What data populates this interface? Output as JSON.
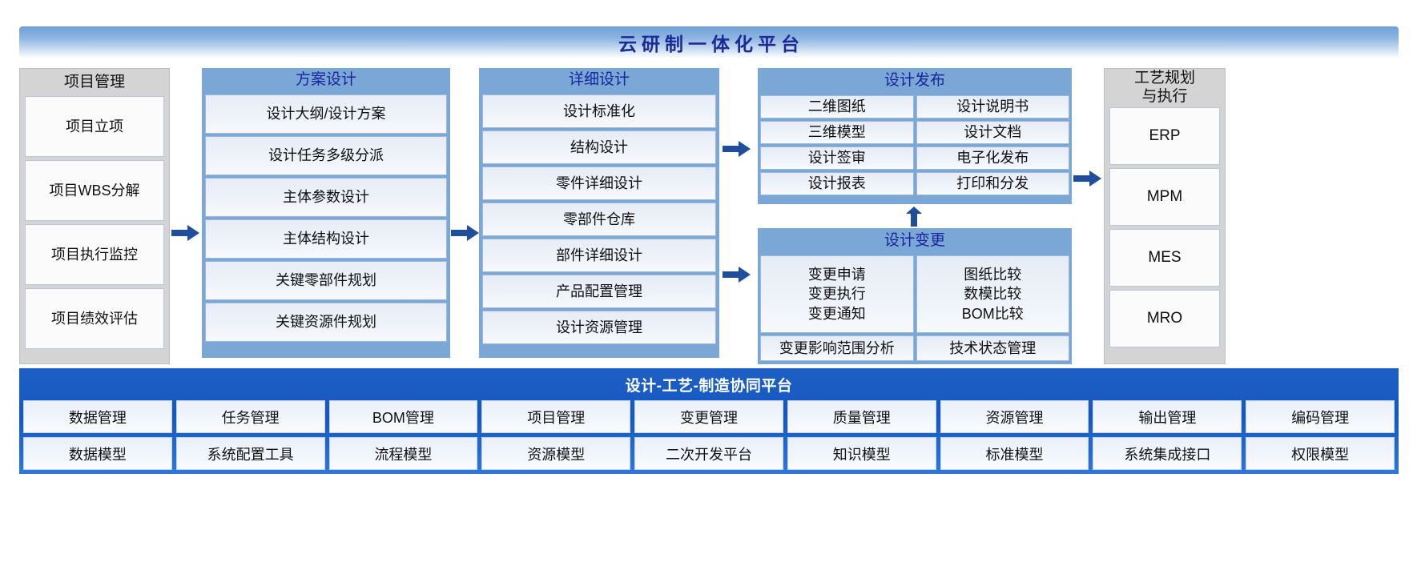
{
  "banner": {
    "title": "云研制一体化平台"
  },
  "columns": {
    "project": {
      "header": "项目管理",
      "items": [
        "项目立项",
        "项目WBS分解",
        "项目执行监控",
        "项目绩效评估"
      ]
    },
    "plan": {
      "header": "方案设计",
      "items": [
        "设计大纲/设计方案",
        "设计任务多级分派",
        "主体参数设计",
        "主体结构设计",
        "关键零部件规划",
        "关键资源件规划"
      ]
    },
    "detail": {
      "header": "详细设计",
      "items": [
        "设计标准化",
        "结构设计",
        "零件详细设计",
        "零部件仓库",
        "部件详细设计",
        "产品配置管理",
        "设计资源管理"
      ]
    },
    "release": {
      "header": "设计发布",
      "items_left": [
        "二维图纸",
        "三维模型",
        "设计签审",
        "设计报表"
      ],
      "items_right": [
        "设计说明书",
        "设计文档",
        "电子化发布",
        "打印和分发"
      ]
    },
    "change": {
      "header": "设计变更",
      "left_lines": [
        "变更申请",
        "变更执行",
        "变更通知"
      ],
      "right_lines": [
        "图纸比较",
        "数模比较",
        "BOM比较"
      ],
      "left_bottom": "变更影响范围分析",
      "right_bottom": "技术状态管理"
    },
    "process": {
      "header_line1": "工艺规划",
      "header_line2": "与执行",
      "items": [
        "ERP",
        "MPM",
        "MES",
        "MRO"
      ]
    }
  },
  "platform": {
    "title": "设计-工艺-制造协同平台",
    "row1": [
      "数据管理",
      "任务管理",
      "BOM管理",
      "项目管理",
      "变更管理",
      "质量管理",
      "资源管理",
      "输出管理",
      "编码管理"
    ],
    "row2": [
      "数据模型",
      "系统配置工具",
      "流程模型",
      "资源模型",
      "二次开发平台",
      "知识模型",
      "标准模型",
      "系统集成接口",
      "权限模型"
    ]
  },
  "arrows": {
    "project_to_plan": "arrow-right-icon",
    "plan_to_detail": "arrow-right-icon",
    "detail_to_release": "arrow-right-icon",
    "detail_to_change": "arrow-right-icon",
    "change_to_release": "arrow-up-icon",
    "release_to_process": "arrow-right-icon"
  },
  "colors": {
    "banner_text": "#1b2b96",
    "header_blue": "#7ba7d7",
    "header_gray": "#d4d4d4",
    "arrow": "#1f4e9c",
    "platform_blue": "#1358c0"
  }
}
